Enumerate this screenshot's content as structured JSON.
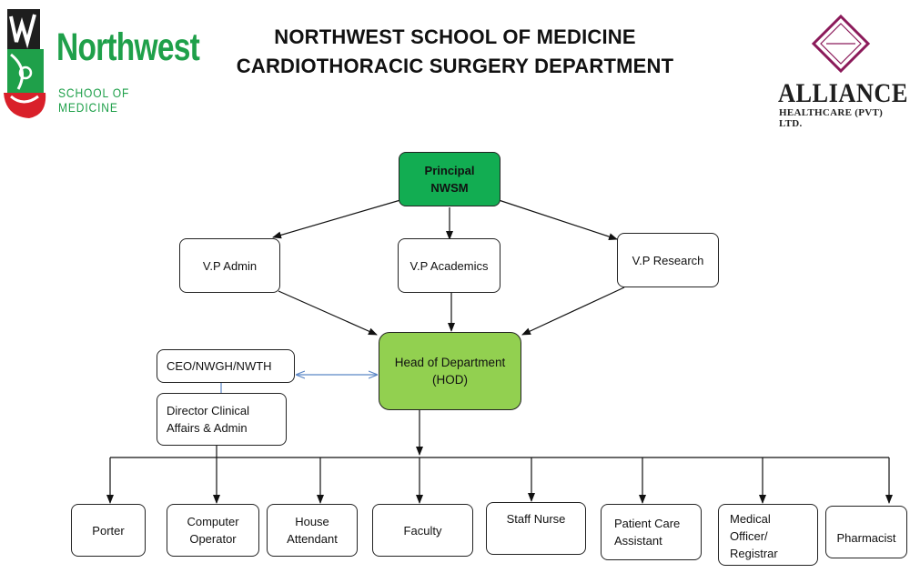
{
  "header": {
    "title_line1": "NORTHWEST SCHOOL OF MEDICINE",
    "title_line2": "CARDIOTHORACIC SURGERY DEPARTMENT"
  },
  "logos": {
    "left": {
      "word": "Northwest",
      "sub": "SCHOOL OF MEDICINE"
    },
    "right": {
      "word": "ALLIANCE",
      "sub": "HEALTHCARE (PVT) LTD."
    }
  },
  "colors": {
    "principal_fill": "#12ad52",
    "hod_fill": "#92d050",
    "brand_green": "#1fa04a",
    "brand_red": "#d9202a",
    "alliance_purple": "#8b1a5a",
    "link_blue": "#5b86c5"
  },
  "nodes": {
    "principal": "Principal\nNWSM",
    "vp_admin": "V.P Admin",
    "vp_academics": "V.P Academics",
    "vp_research": "V.P Research",
    "hod": "Head of Department\n(HOD)",
    "ceo": "CEO/NWGH/NWTH",
    "director": "Director Clinical\nAffairs & Admin",
    "porter": "Porter",
    "computer_operator": "Computer\nOperator",
    "house_attendant": "House\nAttendant",
    "faculty": "Faculty",
    "staff_nurse": "Staff Nurse",
    "patient_care": "Patient Care\nAssistant",
    "medical_officer": "Medical\nOfficer/\nRegistrar",
    "pharmacist": "Pharmacist"
  }
}
